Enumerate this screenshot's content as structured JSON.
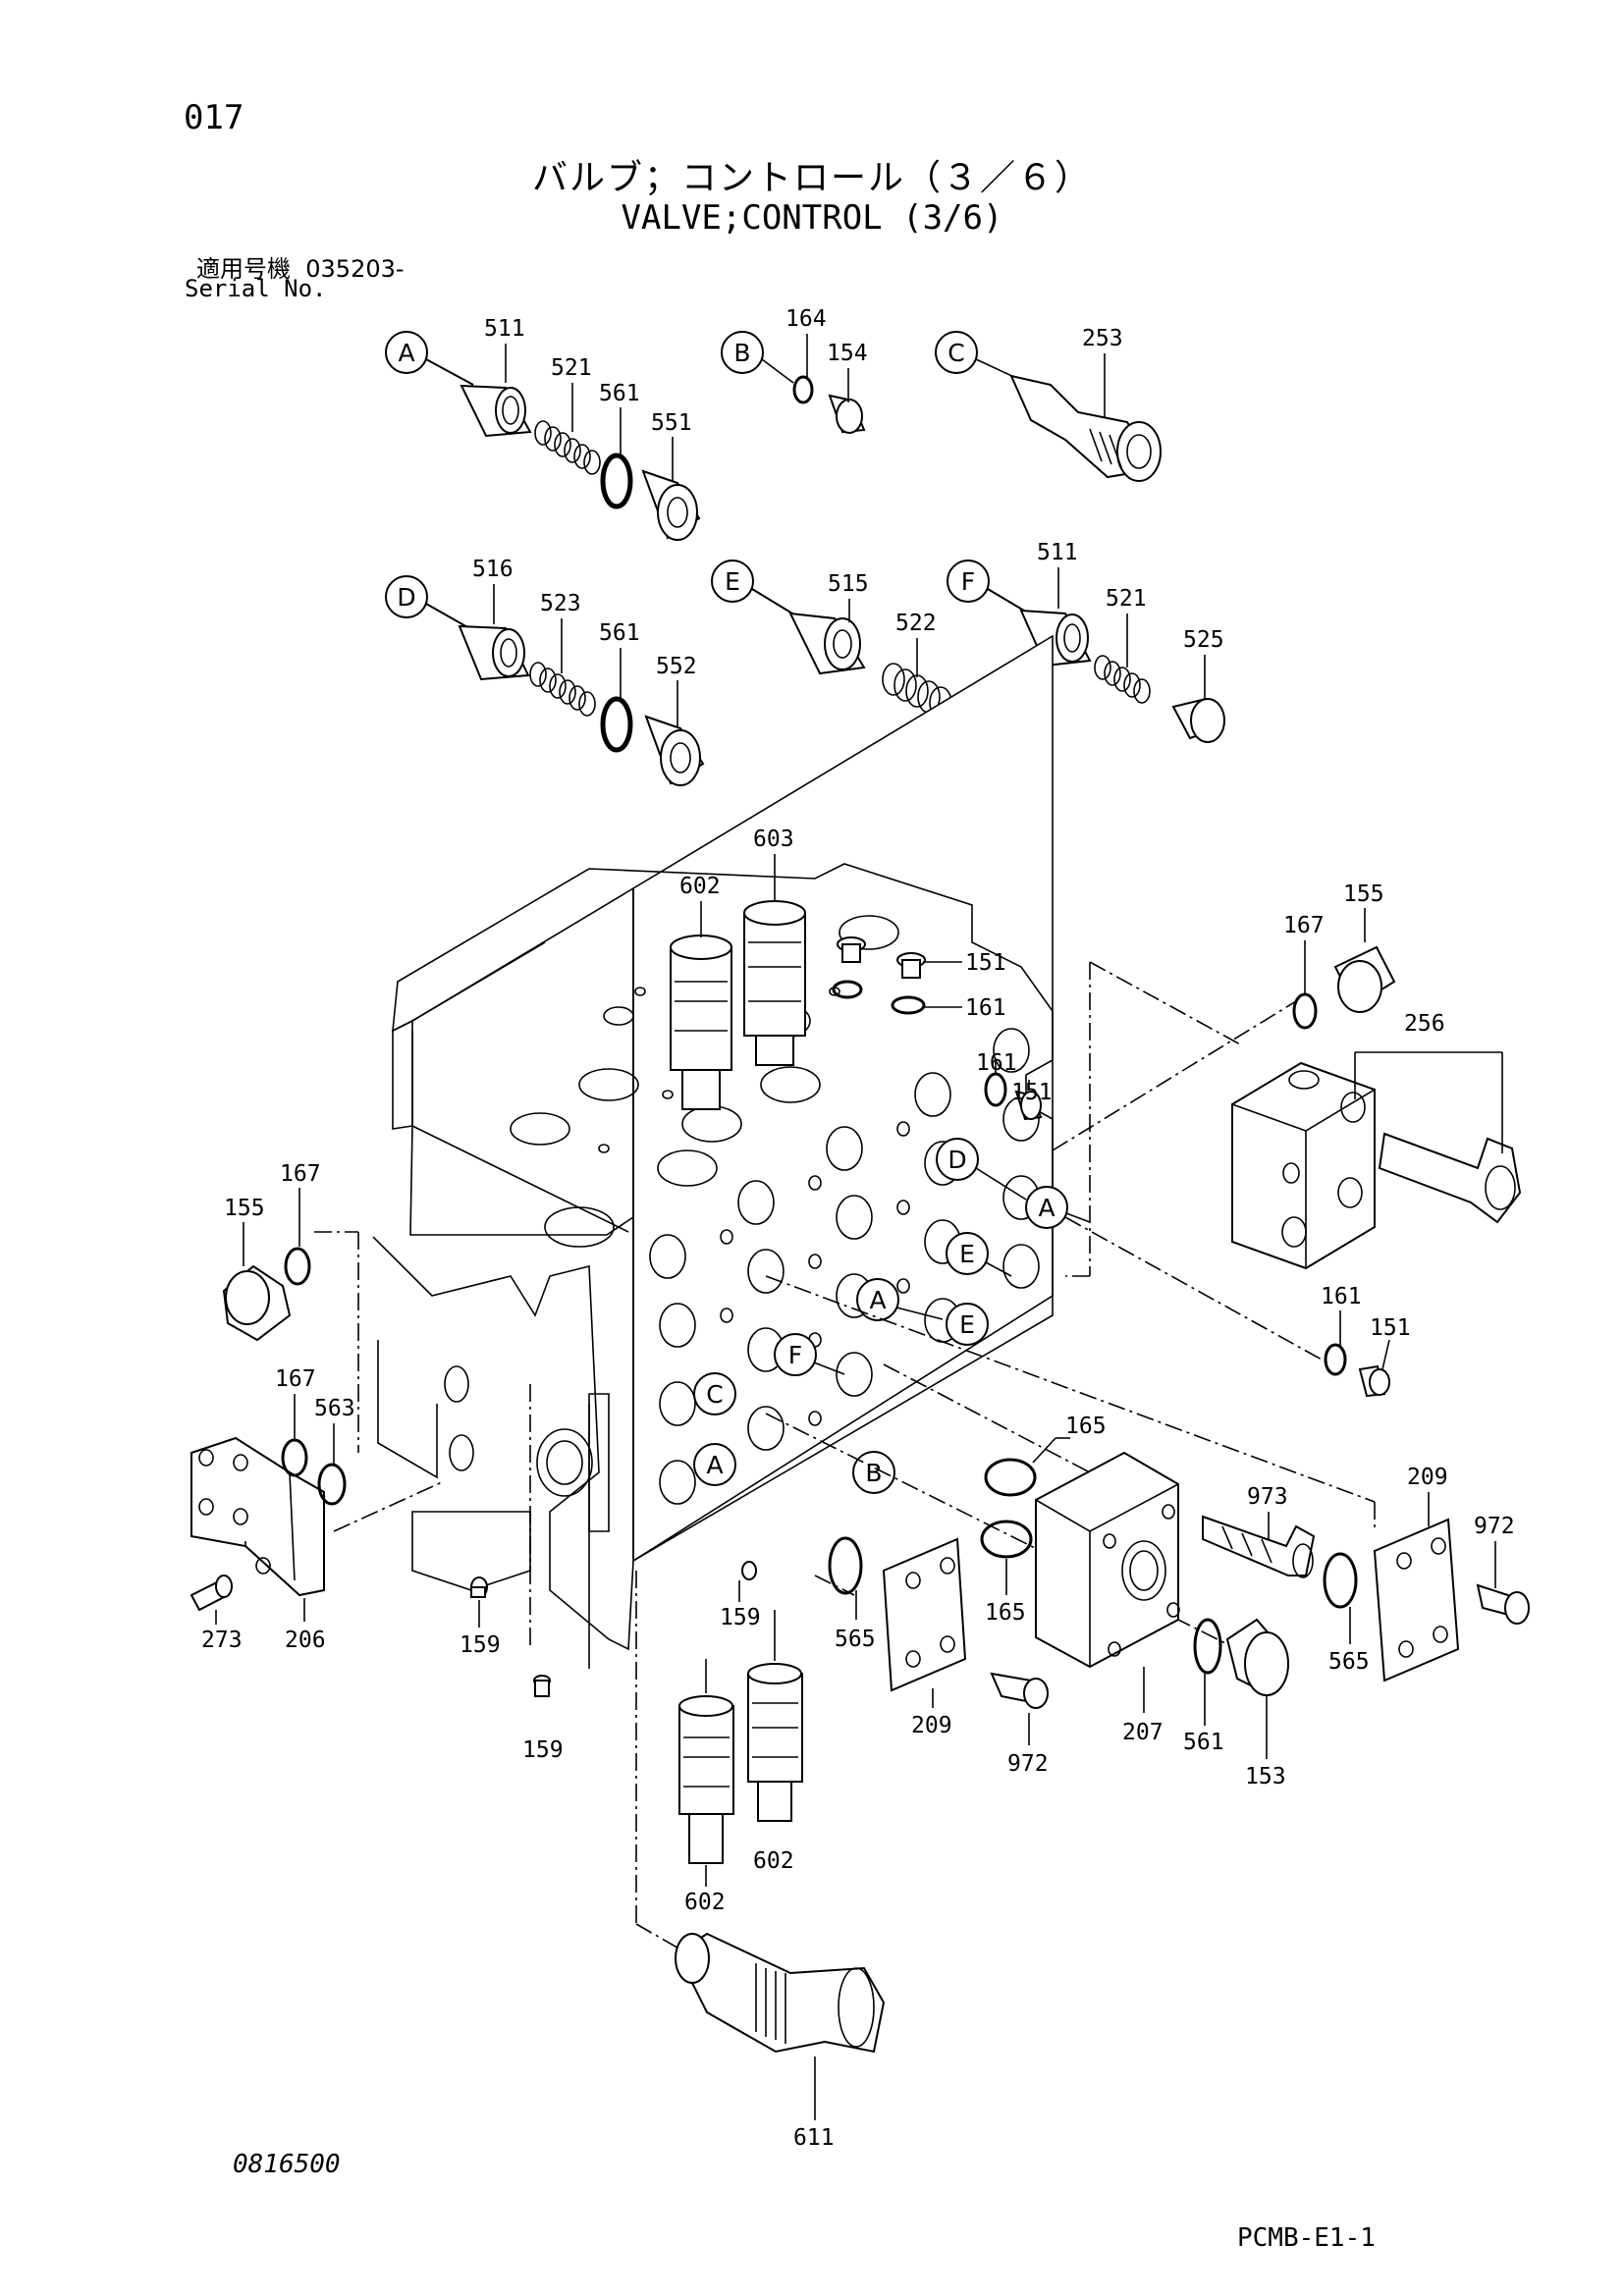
{
  "header": {
    "page_number": "017",
    "title_jp": "バルブ；コントロール（３／６）",
    "title_en": "VALVE;CONTROL (3/6)",
    "serial_label_jp": "適用号機",
    "serial_value": "035203-",
    "serial_label_en": "Serial No."
  },
  "footer": {
    "reference_code": "0816500",
    "page_code": "PCMB-E1-1"
  },
  "callouts": {
    "A": "A",
    "B": "B",
    "C": "C",
    "D": "D",
    "E": "E",
    "F": "F"
  },
  "parts": {
    "p511": "511",
    "p521": "521",
    "p561": "561",
    "p551": "551",
    "p164": "164",
    "p154": "154",
    "p253": "253",
    "p516": "516",
    "p523": "523",
    "p552": "552",
    "p515": "515",
    "p522": "522",
    "p525": "525",
    "p603": "603",
    "p602": "602",
    "p151": "151",
    "p161": "161",
    "p167": "167",
    "p155": "155",
    "p256": "256",
    "p563": "563",
    "p273": "273",
    "p206": "206",
    "p159": "159",
    "p165": "165",
    "p565": "565",
    "p209": "209",
    "p973": "973",
    "p972": "972",
    "p207": "207",
    "p153": "153",
    "p611": "611"
  }
}
